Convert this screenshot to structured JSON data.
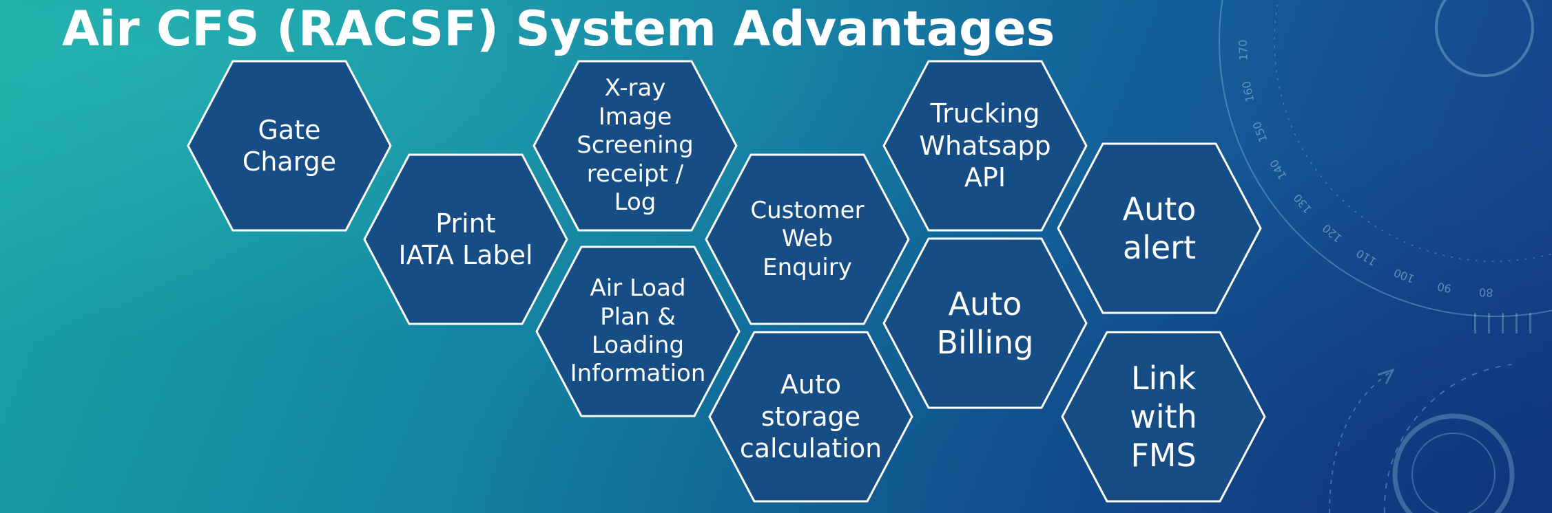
{
  "slide": {
    "title": "Air CFS (RACSF) System Advantages"
  },
  "colors": {
    "hex_fill": "#174d85",
    "hex_stroke": "#ffffff",
    "background_start": "#1aa6a3",
    "background_end": "#173f88",
    "text": "#ffffff"
  },
  "advantages": {
    "gate_charge": "Gate\nCharge",
    "print_iata_label": "Print\nIATA Label",
    "xray_image_screening": "X-ray Image\nScreening\nreceipt / Log",
    "air_load_plan": "Air Load\nPlan &\nLoading\nInformation",
    "customer_web_enquiry": "Customer\nWeb Enquiry",
    "auto_storage_calculation": "Auto\nstorage\ncalculation",
    "trucking_whatsapp_api": "Trucking\nWhatsapp\nAPI",
    "auto_billing": "Auto\nBilling",
    "auto_alert": "Auto\nalert",
    "link_with_fms": "Link with\nFMS"
  },
  "dial_scale": {
    "ticks": [
      "170",
      "160",
      "150",
      "140",
      "130",
      "120",
      "110",
      "100",
      "90",
      "80"
    ]
  }
}
